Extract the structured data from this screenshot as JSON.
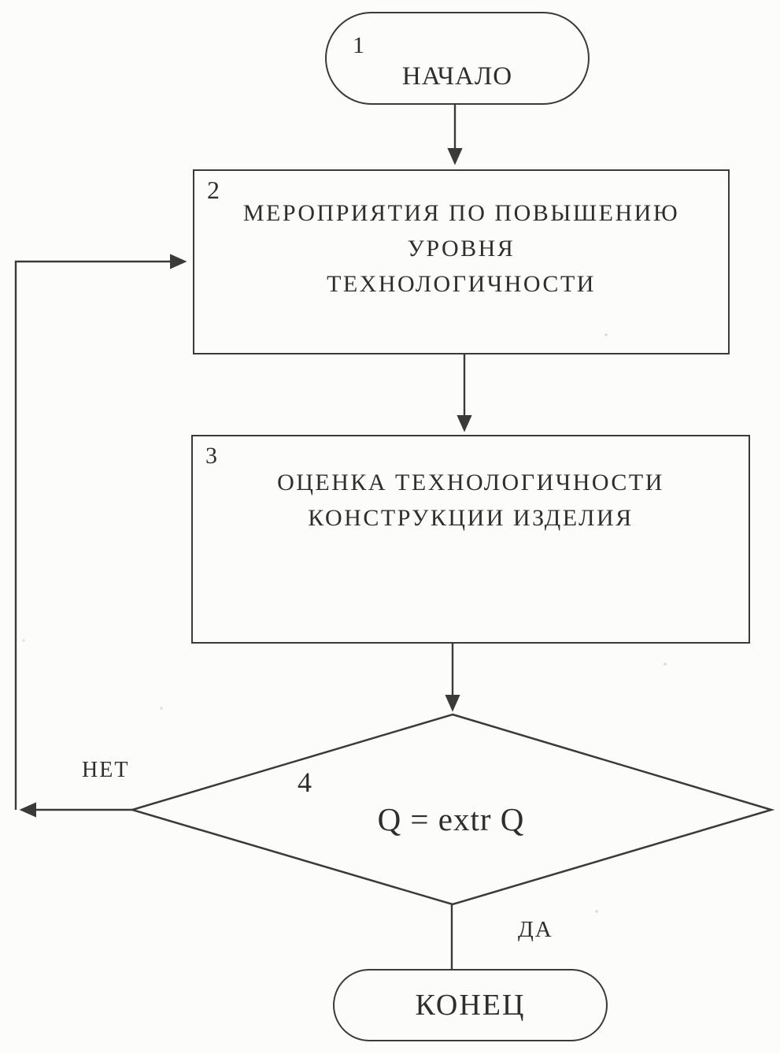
{
  "colors": {
    "ink": "#3a3a3a",
    "paper": "#fcfcfa"
  },
  "flowchart": {
    "type": "flowchart",
    "nodes": {
      "start": {
        "step": "1",
        "label": "НАЧАЛО",
        "shape": "terminator"
      },
      "measures": {
        "step": "2",
        "line1": "МЕРОПРИЯТИЯ ПО ПОВЫШЕНИЮ",
        "line2": "УРОВНЯ",
        "line3": "ТЕХНОЛОГИЧНОСТИ",
        "shape": "process"
      },
      "evaluation": {
        "step": "3",
        "line1": "ОЦЕНКА ТЕХНОЛОГИЧНОСТИ",
        "line2": "КОНСТРУКЦИИ ИЗДЕЛИЯ",
        "shape": "process"
      },
      "decision": {
        "step": "4",
        "label": "Q = extr Q",
        "shape": "decision"
      },
      "end": {
        "label": "КОНЕЦ",
        "shape": "terminator"
      }
    },
    "branch_labels": {
      "no": "НЕТ",
      "yes": "ДА"
    }
  }
}
